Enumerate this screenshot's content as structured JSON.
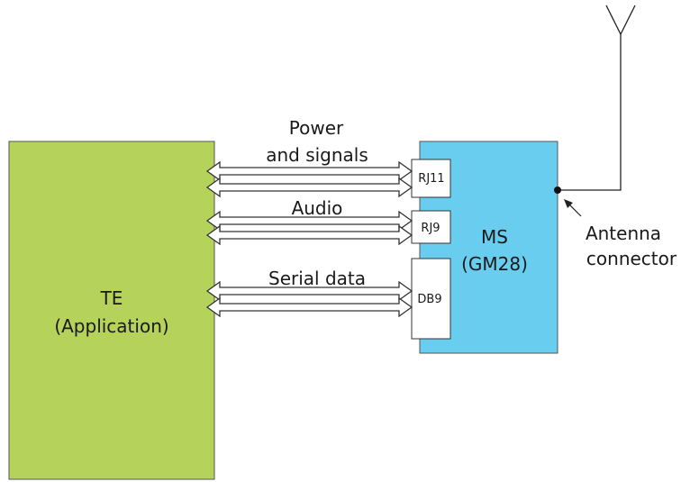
{
  "te": {
    "label": "TE",
    "sublabel": "(Application)",
    "color": "#b5d35a"
  },
  "ms": {
    "label": "MS",
    "sublabel": "(GM28)",
    "color": "#68cdef"
  },
  "connectors": {
    "rj11": "RJ11",
    "rj9": "RJ9",
    "db9": "DB9"
  },
  "links": {
    "power_line1": "Power",
    "power_line2": "and signals",
    "audio": "Audio",
    "serial": "Serial data"
  },
  "antenna_connector": {
    "line1": "Antenna",
    "line2": "connector"
  }
}
